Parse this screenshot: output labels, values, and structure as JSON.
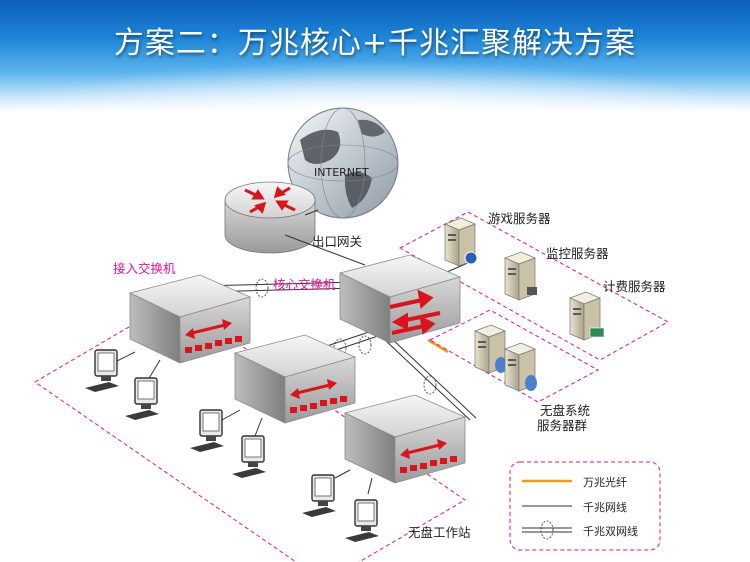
{
  "slide": {
    "title": "方案二：万兆核心+千兆汇聚解决方案"
  },
  "nodes": {
    "internet": "INTERNET",
    "gateway": "出口网关",
    "access_switch": "接入交换机",
    "core_switch": "核心交换机",
    "game_server": "游戏服务器",
    "monitor_server": "监控服务器",
    "billing_server": "计费服务器",
    "diskless_server_l1": "无盘系统",
    "diskless_server_l2": "服务器群",
    "workstations": "无盘工作站"
  },
  "legend": {
    "fiber": "万兆光纤",
    "gigabit": "千兆网线",
    "dual_gigabit": "千兆双网线"
  },
  "colors": {
    "accent_pink": "#e0148c",
    "fiber_orange": "#f39c12",
    "arrow_red": "#d9141c"
  }
}
